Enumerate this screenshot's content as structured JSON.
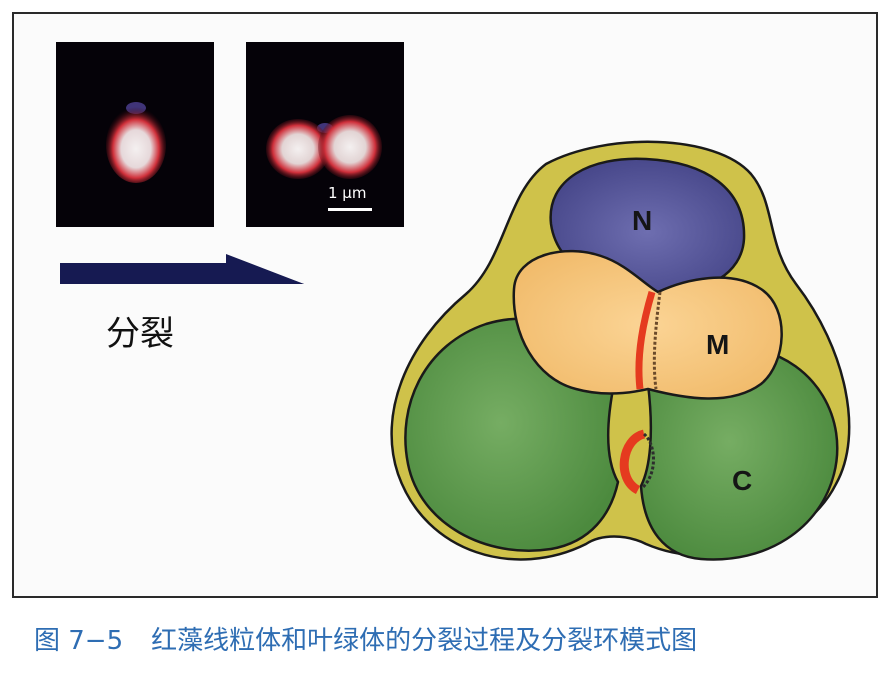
{
  "figure": {
    "caption_number": "图 7−5",
    "caption_text": "红藻线粒体和叶绿体的分裂过程及分裂环模式图"
  },
  "micrographs": {
    "scale_label": "1 μm"
  },
  "process": {
    "label": "分裂"
  },
  "model": {
    "nucleus_label": "N",
    "mitochondrion_label": "M",
    "chloroplast_label": "C"
  },
  "colors": {
    "nucleus": "#4f4f96",
    "mitochondrion": "#f6c67f",
    "chloroplast": "#5f9a4e",
    "cytoplasm": "#cfc24a",
    "division_ring": "#e53a1f",
    "arrow": "#161a52",
    "caption": "#2e6db3"
  }
}
